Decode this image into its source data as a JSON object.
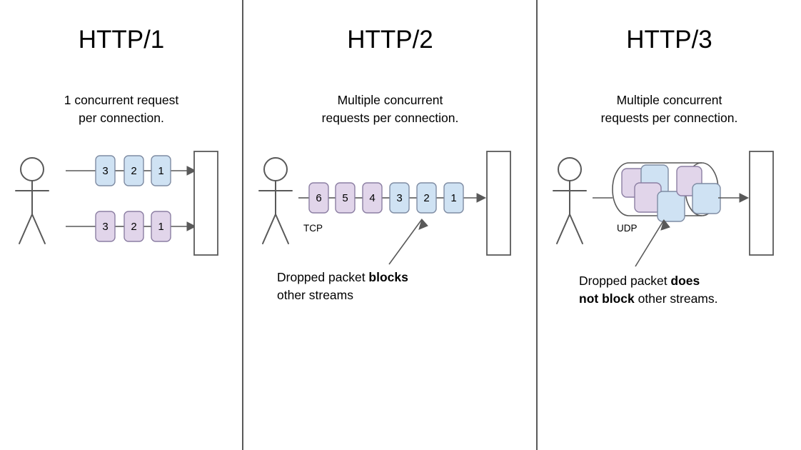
{
  "diagram": {
    "title": "HTTP/1 vs HTTP/2 vs HTTP/3 request multiplexing",
    "background": "#ffffff",
    "colors": {
      "packet_blue_fill": "#cfe2f3",
      "packet_blue_stroke": "#7f8ca3",
      "packet_purple_fill": "#e1d5ea",
      "packet_purple_stroke": "#8c7fa3",
      "line": "#595959",
      "figure": "#595959",
      "text": "#000000",
      "divider": "#595959"
    }
  },
  "dividers": [
    {
      "name": "divider-1"
    },
    {
      "name": "divider-2"
    }
  ],
  "panels": [
    {
      "id": "http1",
      "title": "HTTP/1",
      "subtitle": "1 concurrent request\nper connection.",
      "caption": null,
      "transport_label": null,
      "streams": [
        {
          "color": "blue",
          "packets": [
            "3",
            "2",
            "1"
          ]
        },
        {
          "color": "purple",
          "packets": [
            "3",
            "2",
            "1"
          ]
        }
      ]
    },
    {
      "id": "http2",
      "title": "HTTP/2",
      "subtitle": "Multiple concurrent\nrequests per connection.",
      "transport_label": "TCP",
      "caption_plain_1": "Dropped packet ",
      "caption_bold": "blocks",
      "caption_plain_2": "other streams",
      "caption_full": "Dropped packet blocks other streams",
      "packets": [
        {
          "label": "6",
          "color": "purple"
        },
        {
          "label": "5",
          "color": "purple"
        },
        {
          "label": "4",
          "color": "purple"
        },
        {
          "label": "3",
          "color": "blue"
        },
        {
          "label": "2",
          "color": "blue"
        },
        {
          "label": "1",
          "color": "blue"
        }
      ],
      "annotation_points_to": "2"
    },
    {
      "id": "http3",
      "title": "HTTP/3",
      "subtitle": "Multiple concurrent\nrequests per connection.",
      "transport_label": "UDP",
      "caption_plain_1": "Dropped packet ",
      "caption_bold_1": "does",
      "caption_bold_2": "not block",
      "caption_plain_2": " other streams.",
      "caption_full": "Dropped packet does not block other streams.",
      "packets": [
        {
          "color": "purple"
        },
        {
          "color": "blue"
        },
        {
          "color": "purple"
        },
        {
          "color": "blue"
        },
        {
          "color": "purple"
        },
        {
          "color": "blue"
        }
      ]
    }
  ]
}
